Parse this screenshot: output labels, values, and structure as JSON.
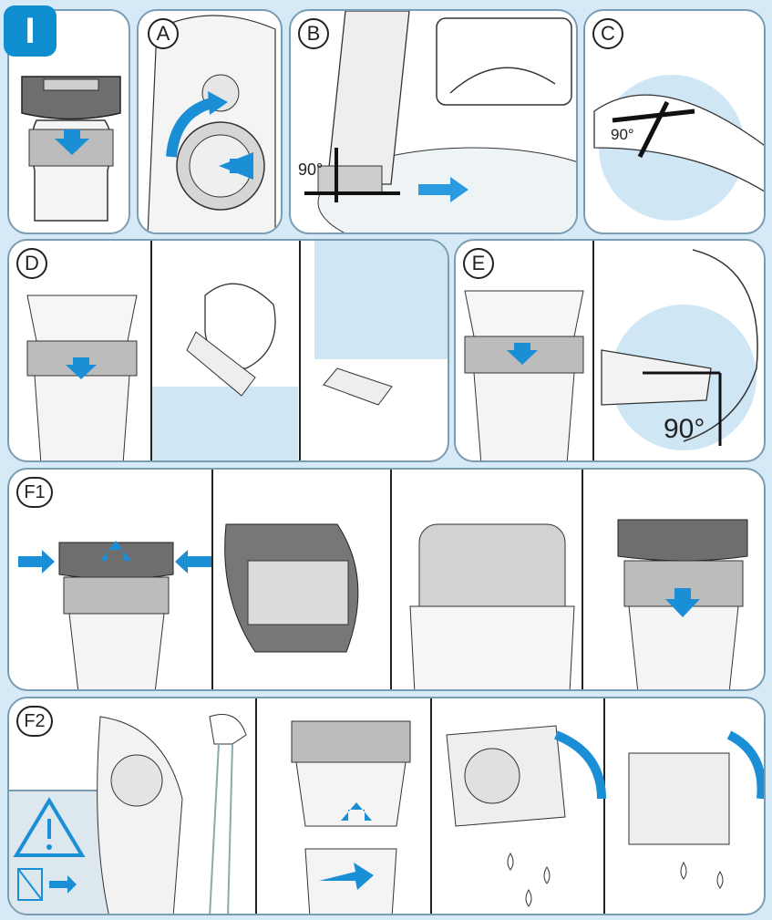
{
  "section_label": "I",
  "panels": {
    "A": "A",
    "B": "B",
    "C": "C",
    "D": "D",
    "E": "E",
    "F1": "F1",
    "F2": "F2"
  },
  "angles": {
    "b_angle": "90°",
    "c_angle": "90°",
    "e_angle": "90°"
  },
  "colors": {
    "accent_blue": "#1a8fd6",
    "arrow_blue": "#2a9be0",
    "light_blue": "#cfe6f5",
    "background": "#d6e9f6",
    "border": "#7a9db3"
  },
  "icons": [
    "warning-triangle-icon",
    "unplug-icon",
    "water-tap-icon",
    "water-drop-icon",
    "push-arrow-icon"
  ]
}
